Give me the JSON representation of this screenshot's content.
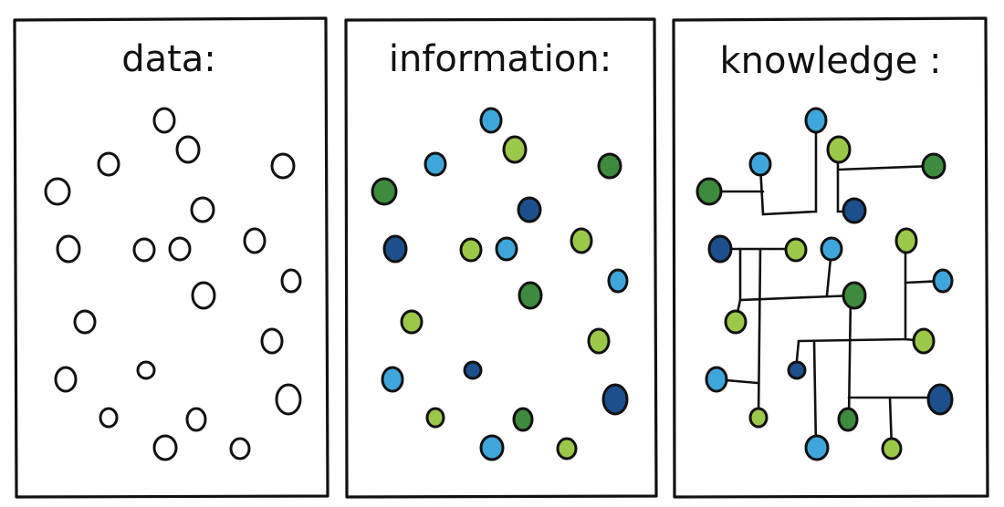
{
  "panels": [
    {
      "title": "data:"
    },
    {
      "title": "information:"
    },
    {
      "title": "knowledge :"
    }
  ],
  "colors": {
    "outline": "#111111",
    "empty": "#ffffff",
    "light_blue": "#3fa6dc",
    "lime": "#9cc84a",
    "dark_green": "#3e8a3f",
    "navy": "#1d4f8c"
  }
}
